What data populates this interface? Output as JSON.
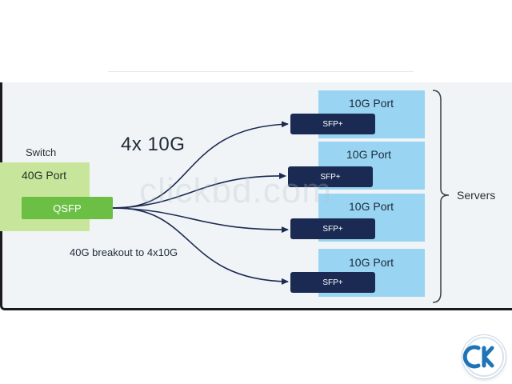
{
  "switch": {
    "title": "Switch",
    "port_label": "40G Port",
    "connector": "QSFP"
  },
  "speed_label": "4x 10G",
  "breakout_label": "40G breakout to 4x10G",
  "servers": {
    "label": "Servers",
    "ports": [
      {
        "port_label": "10G Port",
        "connector": "SFP+"
      },
      {
        "port_label": "10G Port",
        "connector": "SFP+"
      },
      {
        "port_label": "10G Port",
        "connector": "SFP+"
      },
      {
        "port_label": "10G Port",
        "connector": "SFP+"
      }
    ]
  },
  "watermark": "clickbd.com",
  "colors": {
    "switch_fill": "#c7e69b",
    "qsfp_fill": "#6bbf44",
    "server_fill": "#99d5f2",
    "sfp_fill": "#1a2a52",
    "cable": "#1a2a52"
  }
}
